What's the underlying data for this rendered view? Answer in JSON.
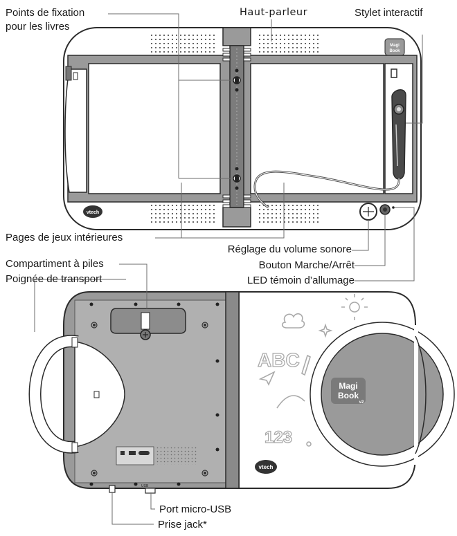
{
  "labels": {
    "points_fixation_l1": "Points de fixation",
    "points_fixation_l2": "pour les livres",
    "haut_parleur": "Haut-parleur",
    "stylet": "Stylet interactif",
    "pages_jeux": "Pages de jeux intérieures",
    "reglage_volume": "Réglage du volume sonore",
    "bouton_marche": "Bouton Marche/Arrêt",
    "led_temoin": "LED témoin d’allumage",
    "compartiment_piles": "Compartiment à piles",
    "poignee": "Poignée de transport",
    "port_usb": "Port micro-USB",
    "prise_jack": "Prise jack*"
  },
  "device": {
    "brand": "vtech",
    "product_line1": "Magi",
    "product_line2": "Book",
    "product_version": "v2",
    "doodle_letters": "ABC",
    "doodle_numbers": "123",
    "usb_port_text": "USB"
  },
  "colors": {
    "outline": "#2b2b2b",
    "body_gray": "#9a9a9a",
    "light_gray": "#c8c8c8",
    "dark_gray": "#555555",
    "leader": "#6b6b6b"
  }
}
